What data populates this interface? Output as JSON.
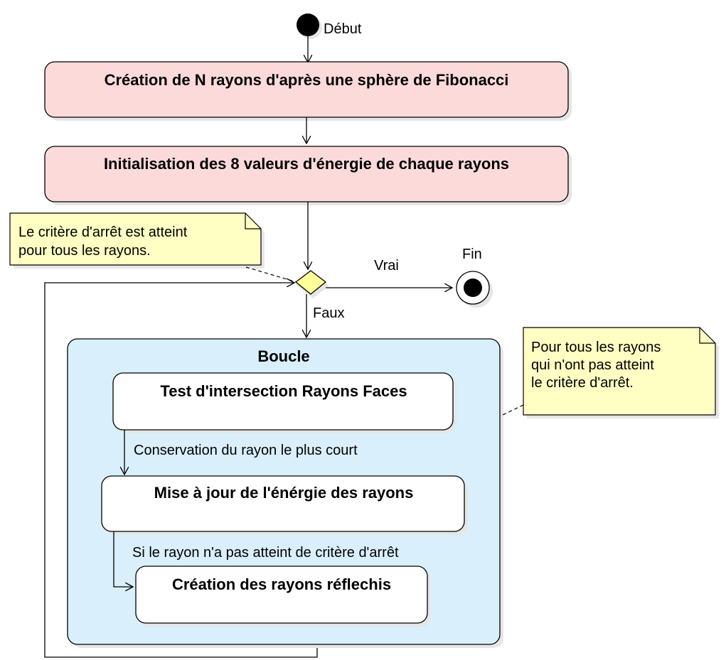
{
  "start": {
    "label": "Début"
  },
  "end": {
    "label": "Fin"
  },
  "actions": {
    "fibonacci": "Création de N rayons d'après une sphère de Fibonacci",
    "init_energy": "Initialisation des 8 valeurs d'énergie de chaque rayons",
    "intersection": "Test d'intersection Rayons Faces",
    "update_energy": "Mise à jour de l'énérgie des rayons",
    "reflected": "Création des rayons réflechis"
  },
  "loop": {
    "title": "Boucle"
  },
  "decision": {
    "true_label": "Vrai",
    "false_label": "Faux"
  },
  "flows": {
    "keep_shortest": "Conservation du rayon le plus court",
    "if_not_stopped": "Si le rayon n'a pas atteint de critère d'arrêt"
  },
  "notes": {
    "stop_criterion": [
      "Le critère d'arrêt est atteint",
      "pour tous les rayons."
    ],
    "for_all_rays": [
      "Pour tous les rayons",
      "qui n'ont pas atteint",
      "le critère d'arrêt."
    ]
  },
  "colors": {
    "action_fill": "#fcdada",
    "loop_fill": "#d9effc",
    "note_fill": "#ffffc4",
    "decision_fill": "#ffff99",
    "shadow": "#e6e6e6",
    "line": "#000000"
  }
}
